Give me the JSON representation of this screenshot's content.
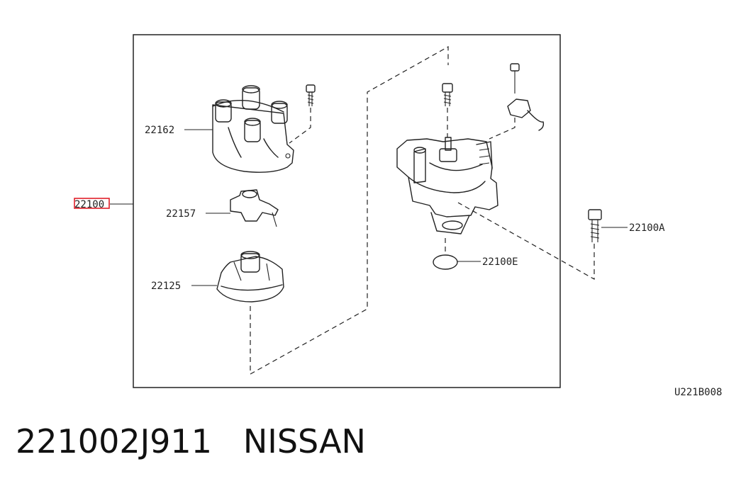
{
  "diagram": {
    "labels": {
      "main_assembly": "22100",
      "cap": "22162",
      "rotor": "22157",
      "seal": "22125",
      "bolt": "22100A",
      "o_ring": "22100E",
      "figure_code": "U221B008"
    },
    "highlight_color": "#e0202a"
  },
  "caption": {
    "part_number": "221002J911",
    "brand": "NISSAN",
    "separator": "   "
  }
}
